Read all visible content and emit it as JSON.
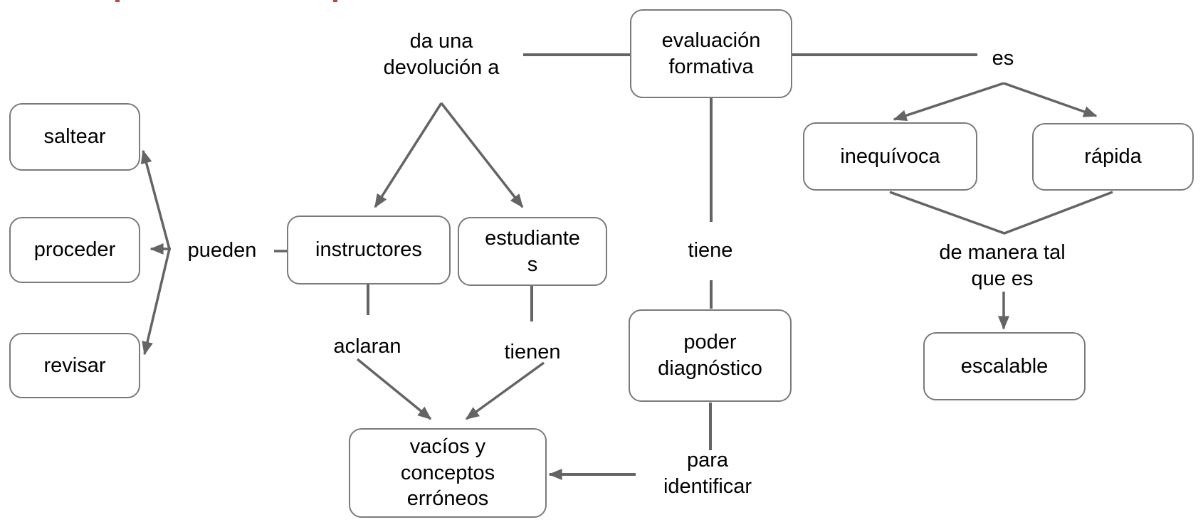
{
  "colors": {
    "background": "#ffffff",
    "line": "#646464",
    "box_border": "#7a7a7a",
    "text": "#000000",
    "red_mark": "#c0443c"
  },
  "nodes": {
    "evaluacion_formativa": {
      "label": "evaluación\nformativa"
    },
    "saltear": {
      "label": "saltear"
    },
    "proceder": {
      "label": "proceder"
    },
    "revisar": {
      "label": "revisar"
    },
    "instructores": {
      "label": "instructores"
    },
    "estudiantes": {
      "label": "estudiante\ns"
    },
    "poder_diagnostico": {
      "label": "poder\ndiagnóstico"
    },
    "inequivoca": {
      "label": "inequívoca"
    },
    "rapida": {
      "label": "rápida"
    },
    "escalable": {
      "label": "escalable"
    },
    "vacios_conceptos": {
      "label": "vacíos y\nconceptos\nerróneos"
    }
  },
  "link_labels": {
    "da_una_devolucion": {
      "text": "da una\ndevolución a"
    },
    "pueden": {
      "text": "pueden"
    },
    "aclaran": {
      "text": "aclaran"
    },
    "tienen": {
      "text": "tienen"
    },
    "tiene": {
      "text": "tiene"
    },
    "para_identificar": {
      "text": "para\nidentificar"
    },
    "es": {
      "text": "es"
    },
    "de_manera_tal": {
      "text": "de manera tal\nque es"
    }
  }
}
